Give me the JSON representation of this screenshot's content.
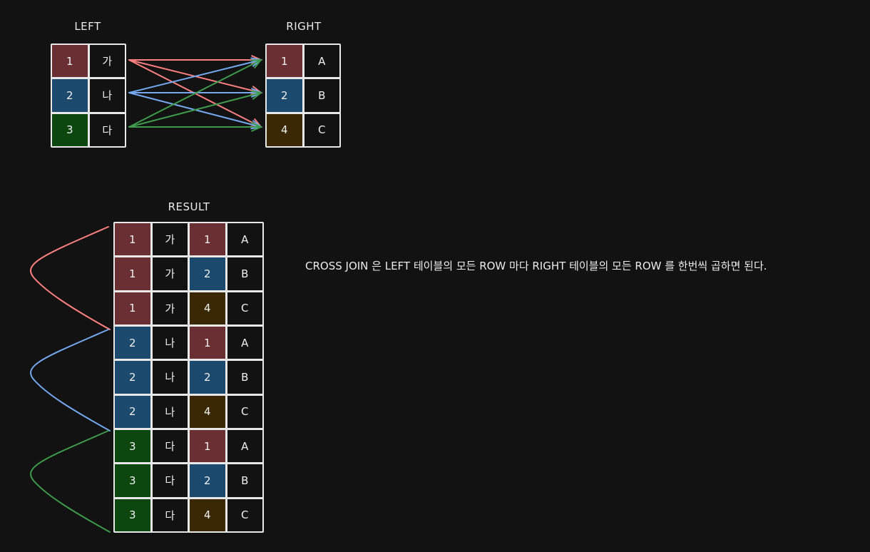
{
  "left": {
    "title": "LEFT",
    "rows": [
      {
        "key": "1",
        "value": "가",
        "color": "#6a2f33"
      },
      {
        "key": "2",
        "value": "나",
        "color": "#1b4a6e"
      },
      {
        "key": "3",
        "value": "다",
        "color": "#0c470f"
      }
    ]
  },
  "right": {
    "title": "RIGHT",
    "rows": [
      {
        "key": "1",
        "value": "A",
        "color": "#6a2f33"
      },
      {
        "key": "2",
        "value": "B",
        "color": "#1b4a6e"
      },
      {
        "key": "4",
        "value": "C",
        "color": "#3a2805"
      }
    ]
  },
  "result": {
    "title": "RESULT",
    "rows": [
      [
        "1",
        "가",
        "1",
        "A"
      ],
      [
        "1",
        "가",
        "2",
        "B"
      ],
      [
        "1",
        "가",
        "4",
        "C"
      ],
      [
        "2",
        "나",
        "1",
        "A"
      ],
      [
        "2",
        "나",
        "2",
        "B"
      ],
      [
        "2",
        "나",
        "4",
        "C"
      ],
      [
        "3",
        "다",
        "1",
        "A"
      ],
      [
        "3",
        "다",
        "2",
        "B"
      ],
      [
        "3",
        "다",
        "4",
        "C"
      ]
    ]
  },
  "arrow_colors": [
    "#ff8080",
    "#74a9f0",
    "#3f9a4d"
  ],
  "caption": "CROSS JOIN 은 LEFT 테이블의 모든 ROW 마다 RIGHT 테이블의 모든 ROW 를 한번씩 곱하면 된다."
}
